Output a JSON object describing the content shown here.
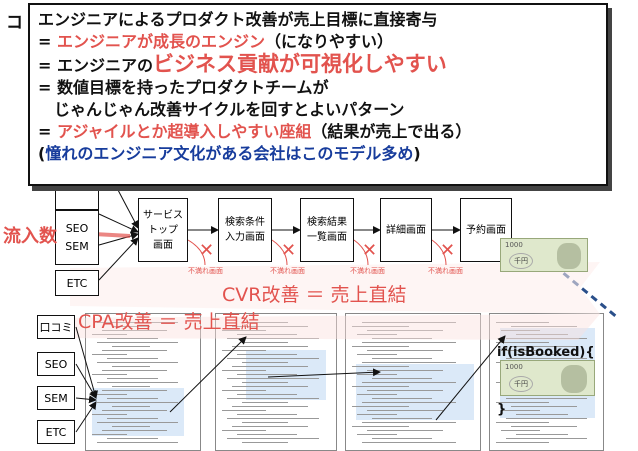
{
  "callout": {
    "line1": "エンジニアによるプロダクト改善が売上目標に直接寄与",
    "line2_prefix": "= ",
    "line2_red": "エンジニアが成長のエンジン",
    "line2_rest": "（になりやすい）",
    "line3_prefix": "= エンジニアの",
    "line3_red": "ビジネス貢献が可視化しやすい",
    "line4": "= 数値目標を持ったプロダクトチームが",
    "line5": "じゃんじゃん改善サイクルを回すとよいパターン",
    "line6_prefix": "= ",
    "line6_red": "アジャイルとか超導入しやすい座組",
    "line6_rest": "（結果が売上で出る）",
    "line7_open": "(",
    "line7_blue": "憧れのエンジニア文化がある会社はこのモデル多め",
    "line7_close": ")",
    "behind_char": "コ"
  },
  "flow": {
    "inflow_label": "流入数",
    "sources": [
      "SEO",
      "SEM",
      "ETC"
    ],
    "screens": [
      {
        "line1": "サービス",
        "line2": "トップ",
        "line3": "画面"
      },
      {
        "line1": "検索条件",
        "line2": "入力画面",
        "line3": ""
      },
      {
        "line1": "検索結果",
        "line2": "一覧画面",
        "line3": ""
      },
      {
        "line1": "詳細画面",
        "line2": "",
        "line3": ""
      },
      {
        "line1": "予約画面",
        "line2": "",
        "line3": ""
      }
    ],
    "x_mark": "✕",
    "drop_label": "不満れ画面",
    "cvr_label": "CVR改善 ＝ 売上直結",
    "cpa_label": "CPA改善 ＝ 売上直結"
  },
  "bottom": {
    "sources": [
      "口コミ",
      "SEO",
      "SEM",
      "ETC"
    ],
    "booked_code": "if(isBooked){",
    "close_brace": "}"
  },
  "banknote": {
    "value": "1000",
    "yen": "千円"
  },
  "colors": {
    "accent_red": "#e2534e",
    "blue": "#173c9c",
    "highlight": "#dbe9f8",
    "dashed": "#2a4f8a"
  }
}
